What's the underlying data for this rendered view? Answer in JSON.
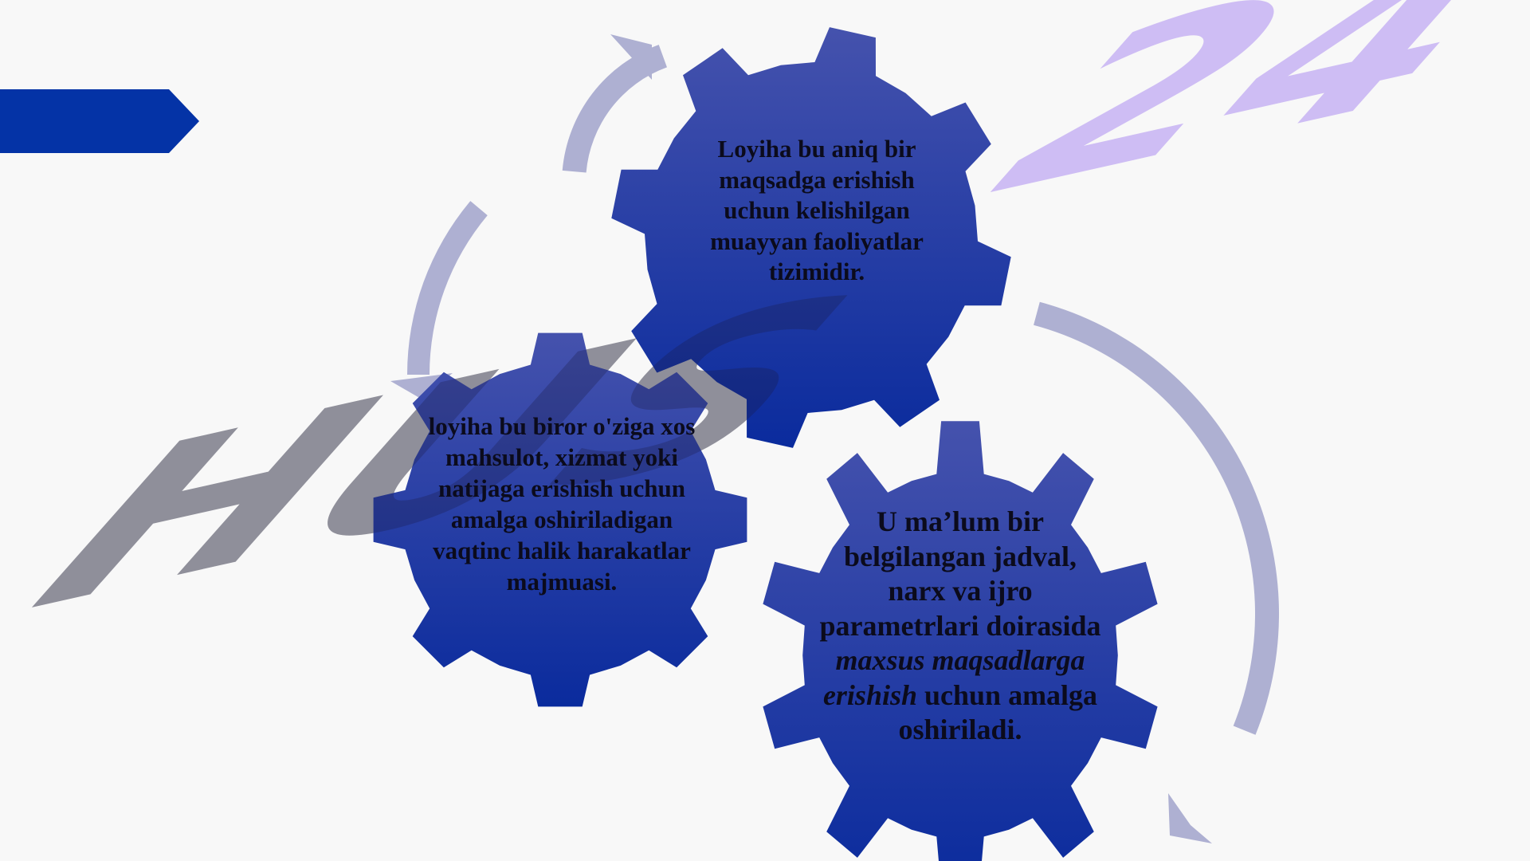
{
  "colors": {
    "background": "#f8f8f8",
    "banner": "#0433a6",
    "gear_top": "#4450ac",
    "gear_bottom": "#0a2c9c",
    "arrow": "#aeb0d2",
    "watermark_gray": "#b9b9b9",
    "watermark_purple": "#dcd0f6",
    "text": "#0b0b1c"
  },
  "watermark": {
    "text": "HUSUS24"
  },
  "gears": {
    "top": {
      "text": "Loyiha bu aniq bir maqsadga erishish uchun kelishilgan muayyan faoliyatlar tizimidir."
    },
    "left": {
      "text": "loyiha bu biror o'ziga xos mahsulot, xizmat yoki natijaga erishish uchun amalga oshiriladigan vaqtinc halik harakatlar majmuasi."
    },
    "right": {
      "text_part1": "U ma’lum bir belgilangan jadval, narx va ijro parametrlari doirasida ",
      "text_italic": "maxsus maqsadlarga erishish",
      "text_part2": " uchun amalga oshiriladi."
    }
  },
  "icons": [
    "cycle-arrow-icon",
    "gear-icon",
    "banner-arrow-icon"
  ]
}
